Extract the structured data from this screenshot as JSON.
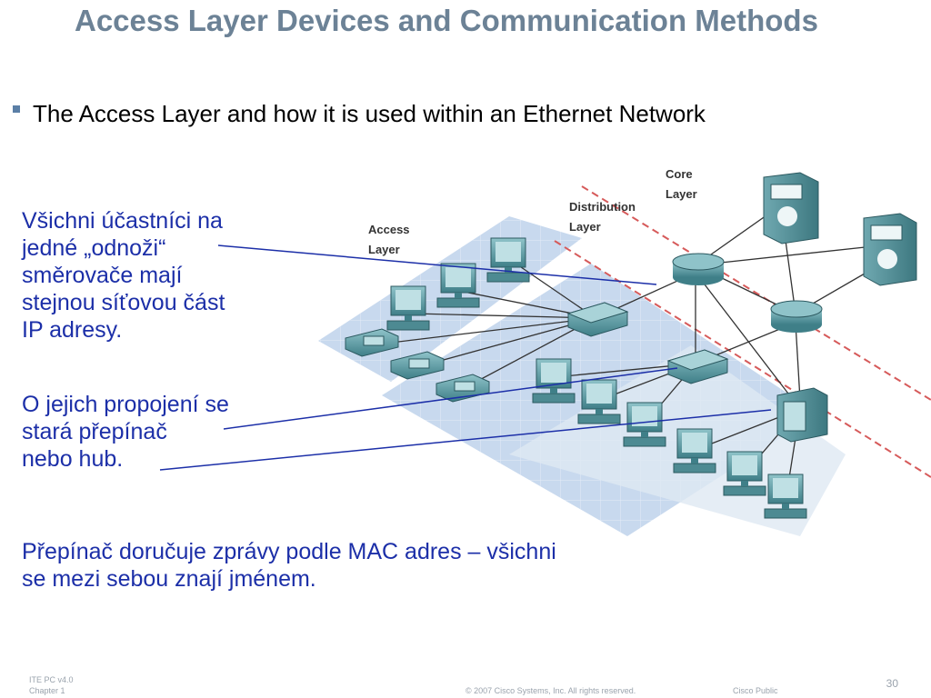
{
  "slide": {
    "title": "Access Layer Devices and Communication Methods",
    "bullet": "The Access Layer  and how it is used within an Ethernet Network",
    "note1": [
      "Všichni účastníci na",
      "jedné „odnoži“",
      "směrovače mají",
      "stejnou síťovou část",
      "IP adresy."
    ],
    "note2": [
      "O jejich propojení se",
      "stará přepínač",
      "nebo hub."
    ],
    "note3": [
      "Přepínač doručuje zprávy podle MAC adres – všichni",
      "se mezi sebou znají jménem."
    ]
  },
  "diagram": {
    "labels": {
      "core": [
        "Core",
        "Layer"
      ],
      "distribution": [
        "Distribution",
        "Layer"
      ],
      "access": [
        "Access",
        "Layer"
      ]
    }
  },
  "footer": {
    "course": "ITE PC v4.0",
    "chapter": "Chapter 1",
    "copyright": "© 2007 Cisco Systems, Inc. All rights reserved.",
    "classification": "Cisco Public",
    "page_number": "30"
  },
  "colors": {
    "title": "#6c8296",
    "annotation": "#1c2fa8",
    "device": "#5e9fa7",
    "floor": "#c8d9ee",
    "divider": "#d65a5a"
  }
}
